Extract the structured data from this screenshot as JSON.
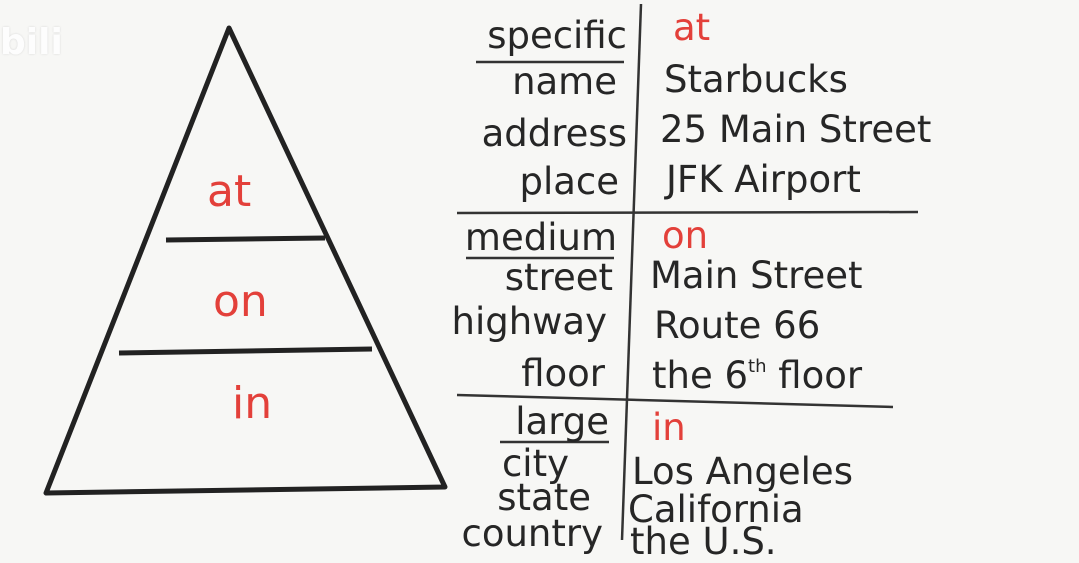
{
  "watermark": "bili",
  "pyramid": {
    "top": "at",
    "middle": "on",
    "bottom": "in"
  },
  "table": {
    "groups": [
      {
        "header": "specific",
        "preposition": "at",
        "rows": [
          {
            "label": "name",
            "example": "Starbucks"
          },
          {
            "label": "address",
            "example": "25 Main Street"
          },
          {
            "label": "place",
            "example": "JFK Airport"
          }
        ]
      },
      {
        "header": "medium",
        "preposition": "on",
        "rows": [
          {
            "label": "street",
            "example": "Main Street"
          },
          {
            "label": "highway",
            "example": "Route 66"
          },
          {
            "label": "floor",
            "example_prefix": "the 6",
            "example_sup": "th",
            "example_suffix": " floor"
          }
        ]
      },
      {
        "header": "large",
        "preposition": "in",
        "rows": [
          {
            "label": "city",
            "example": "Los Angeles"
          },
          {
            "label": "state",
            "example": "California"
          },
          {
            "label": "country",
            "example": "the U.S."
          }
        ]
      }
    ]
  },
  "colors": {
    "ink": "#262626",
    "accent": "#e3403a",
    "board": "#f7f7f5"
  }
}
